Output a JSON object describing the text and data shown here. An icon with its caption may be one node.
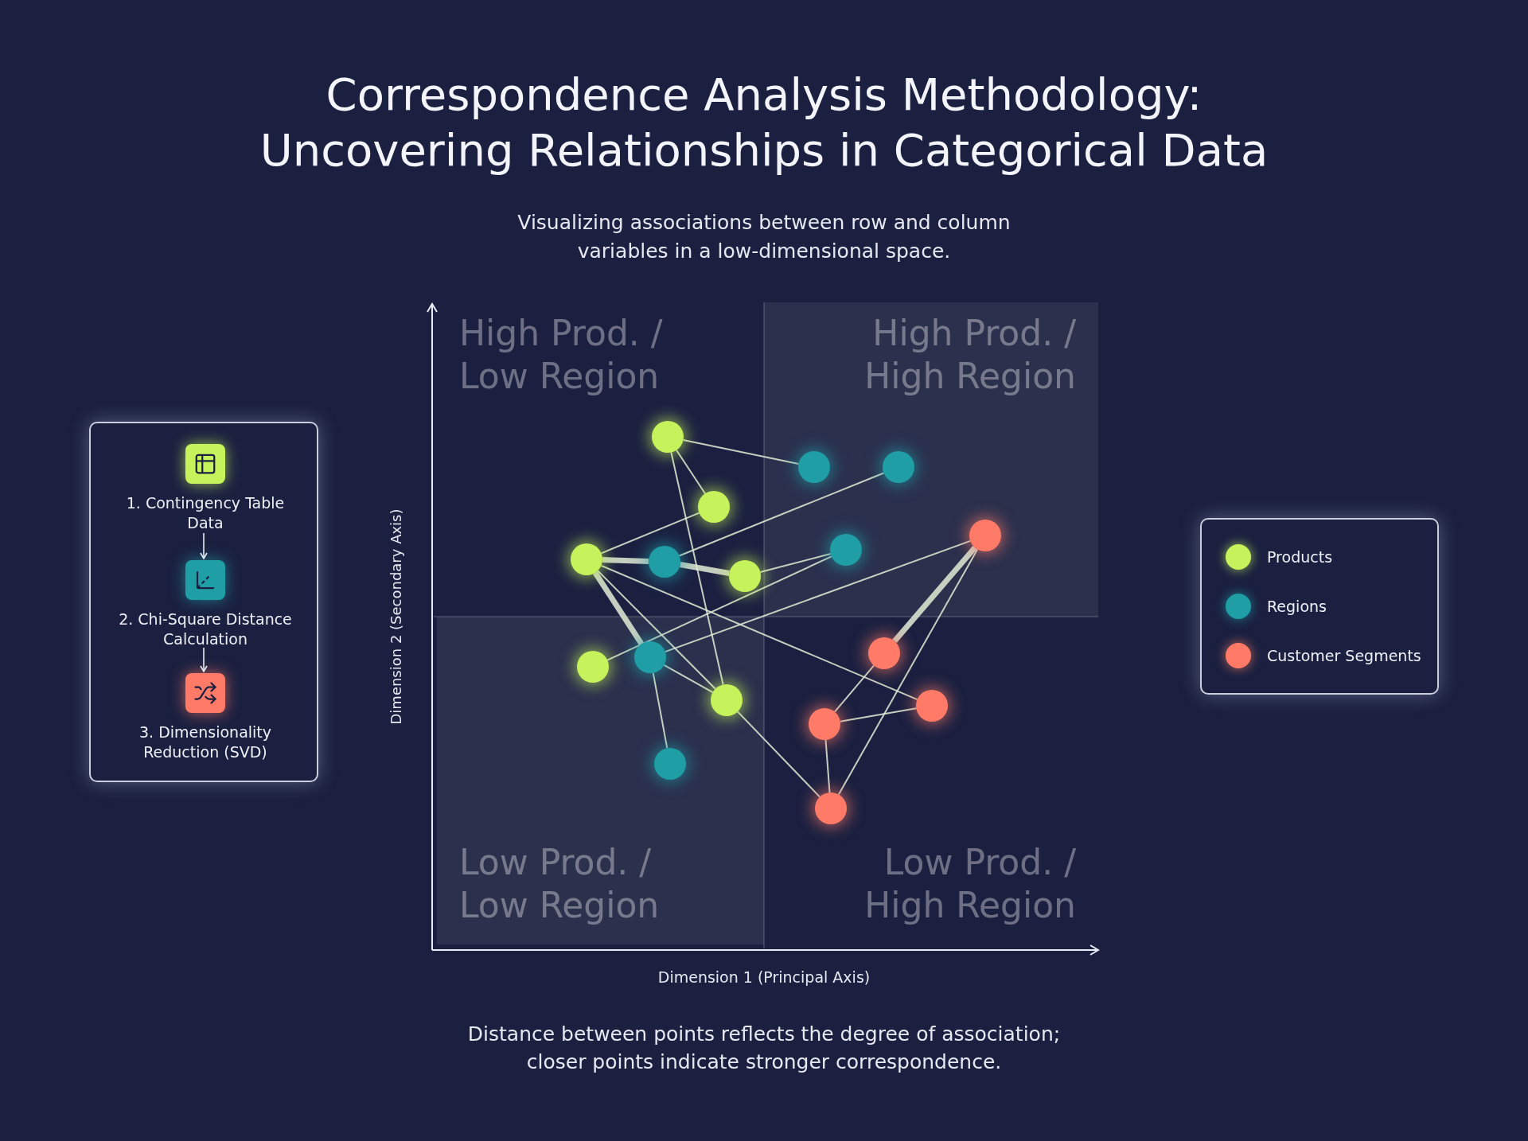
{
  "diagram": {
    "title": "Correspondence Analysis Methodology: Uncovering Relationships in Categorical Data",
    "caption": "Distance between points reflects the degree of association; closer points indicate stronger correspondence.",
    "nodes": [
      {
        "text": [],
        "shape": "box"
      },
      {
        "text": [
          "1. Contingency Table Data"
        ],
        "in": 0
      },
      {
        "text": [
          "2. Chi-Square Distance Calculation"
        ],
        "in": 0
      },
      {
        "text": [
          "3. Dimensionality Reduction (SVD)"
        ],
        "in": 0
      },
      {
        "text": [
          "High Prod. / Low Region"
        ]
      },
      {
        "text": [
          "High Prod. / High Region"
        ]
      },
      {
        "text": [
          "Low Prod. / Low Region"
        ]
      },
      {
        "text": [
          "Low Prod. / High Region"
        ]
      },
      {
        "text": [],
        "shape": "circle",
        "in": 4
      },
      {
        "text": [],
        "shape": "circle",
        "in": 5
      },
      {
        "text": [],
        "shape": "circle",
        "in": 5
      },
      {
        "text": [],
        "shape": "circle",
        "in": 4
      },
      {
        "text": [],
        "shape": "circle",
        "in": 5
      },
      {
        "text": [],
        "shape": "circle",
        "in": 5
      },
      {
        "text": [],
        "shape": "circle",
        "in": 4
      },
      {
        "text": [],
        "shape": "circle",
        "in": 4
      },
      {
        "text": [],
        "shape": "circle",
        "in": 4
      },
      {
        "text": [],
        "shape": "circle",
        "in": 7
      },
      {
        "text": [],
        "shape": "circle",
        "in": 6
      },
      {
        "text": [],
        "shape": "circle",
        "in": 6
      },
      {
        "text": [],
        "shape": "circle",
        "in": 6
      },
      {
        "text": [],
        "shape": "circle",
        "in": 7
      },
      {
        "text": [],
        "shape": "circle",
        "in": 7
      },
      {
        "text": [],
        "shape": "circle",
        "in": 6
      },
      {
        "text": [],
        "shape": "circle",
        "in": 7
      }
    ],
    "edges": [
      {
        "from": 1,
        "to": 2,
        "arrow": "to"
      },
      {
        "from": 2,
        "to": 3,
        "arrow": "to"
      },
      {
        "from": 8,
        "to": 9,
        "arrow": "none"
      },
      {
        "from": 8,
        "to": 11,
        "arrow": "none"
      },
      {
        "from": 8,
        "to": 20,
        "arrow": "none"
      },
      {
        "from": 11,
        "to": 14,
        "arrow": "none"
      },
      {
        "from": 10,
        "to": 15,
        "arrow": "none"
      },
      {
        "from": 14,
        "to": 15,
        "arrow": "none",
        "style": "thick"
      },
      {
        "from": 15,
        "to": 16,
        "arrow": "none",
        "style": "thick"
      },
      {
        "from": 16,
        "to": 13,
        "arrow": "none"
      },
      {
        "from": 13,
        "to": 19,
        "arrow": "none"
      },
      {
        "from": 14,
        "to": 18,
        "arrow": "none",
        "style": "thick"
      },
      {
        "from": 14,
        "to": 20,
        "arrow": "none"
      },
      {
        "from": 14,
        "to": 21,
        "arrow": "none"
      },
      {
        "from": 18,
        "to": 12,
        "arrow": "none"
      },
      {
        "from": 18,
        "to": 20,
        "arrow": "none"
      },
      {
        "from": 18,
        "to": 23,
        "arrow": "none"
      },
      {
        "from": 20,
        "to": 24,
        "arrow": "none"
      },
      {
        "from": 12,
        "to": 17,
        "arrow": "none",
        "style": "thick"
      },
      {
        "from": 12,
        "to": 24,
        "arrow": "none"
      },
      {
        "from": 17,
        "to": 22,
        "arrow": "none"
      },
      {
        "from": 22,
        "to": 21,
        "arrow": "none"
      },
      {
        "from": 22,
        "to": 24,
        "arrow": "none"
      }
    ],
    "labels": [
      "Visualizing associations between row and column variables in a low-dimensional space.",
      "Dimension 2 (Secondary Axis)",
      "Dimension 1 (Principal Axis)"
    ],
    "legend": [
      {
        "text": "Products",
        "color": "#c6f25c"
      },
      {
        "text": "Regions",
        "color": "#1f9ea6"
      },
      {
        "text": "Customer Segments",
        "color": "#ff7b68"
      }
    ]
  }
}
